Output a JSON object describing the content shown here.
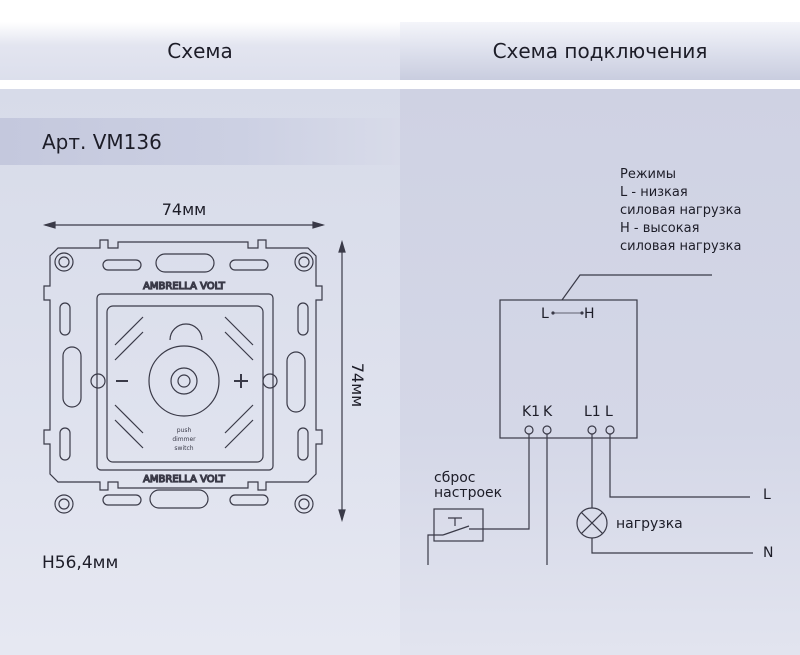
{
  "header": {
    "left_title": "Схема",
    "right_title": "Схема подключения"
  },
  "product": {
    "article": "Арт. VM136",
    "depth": "H56,4мм",
    "width_dim": "74мм",
    "height_dim": "74мм",
    "brand_marking": "AMBRELLA VOLT",
    "knob_text": [
      "push",
      "dimmer",
      "switch"
    ]
  },
  "wiring": {
    "modes_lines": [
      "Режимы",
      "L - низкая",
      "силовая нагрузка",
      "H - высокая",
      "силовая нагрузка"
    ],
    "mode_switch": {
      "low": "L",
      "high": "H"
    },
    "terminals": [
      "K1",
      "K",
      "L1",
      "L"
    ],
    "reset_label": [
      "сброс",
      "настроек"
    ],
    "load_label": "нагрузка",
    "line_label": "L",
    "neutral_label": "N"
  }
}
